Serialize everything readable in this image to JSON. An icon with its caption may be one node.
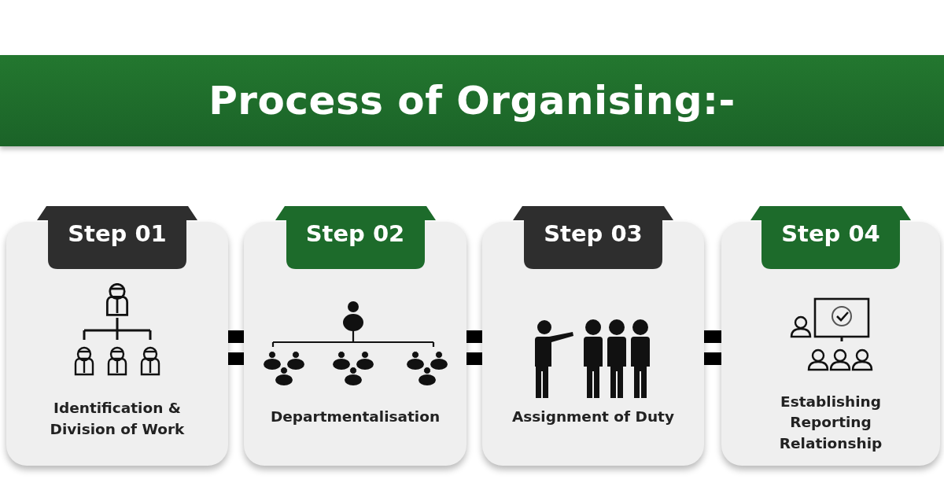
{
  "diagram": {
    "title": "Process of Organising:-",
    "nodes": [
      {
        "text": [
          "Identification & Division of Work"
        ]
      },
      {
        "text": [
          "Step 01"
        ],
        "in": 0
      },
      {
        "text": [
          "Departmentalisation"
        ]
      },
      {
        "text": [
          "Step 02"
        ],
        "in": 2
      },
      {
        "text": [
          "Assignment of Duty"
        ]
      },
      {
        "text": [
          "Step 03"
        ],
        "in": 4
      },
      {
        "text": [
          "Establishing Reporting Relationship"
        ]
      },
      {
        "text": [
          "Step 04"
        ],
        "in": 6
      }
    ],
    "edges": [
      {
        "from": 0,
        "to": 2,
        "arrow": "none"
      },
      {
        "from": 2,
        "to": 4,
        "arrow": "none"
      },
      {
        "from": 4,
        "to": 6,
        "arrow": "none"
      }
    ]
  }
}
